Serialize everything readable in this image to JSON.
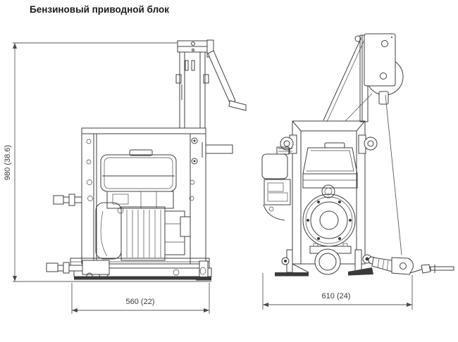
{
  "title": "Бензиновый приводной блок",
  "colors": {
    "background": "#ffffff",
    "line": "#3f3f3f",
    "title_text": "#1b1b1b",
    "dimension_text": "#3a3a3a"
  },
  "dimensions": {
    "height": "980 (38.6)",
    "front_width": "560 (22)",
    "side_width": "610 (24)"
  }
}
